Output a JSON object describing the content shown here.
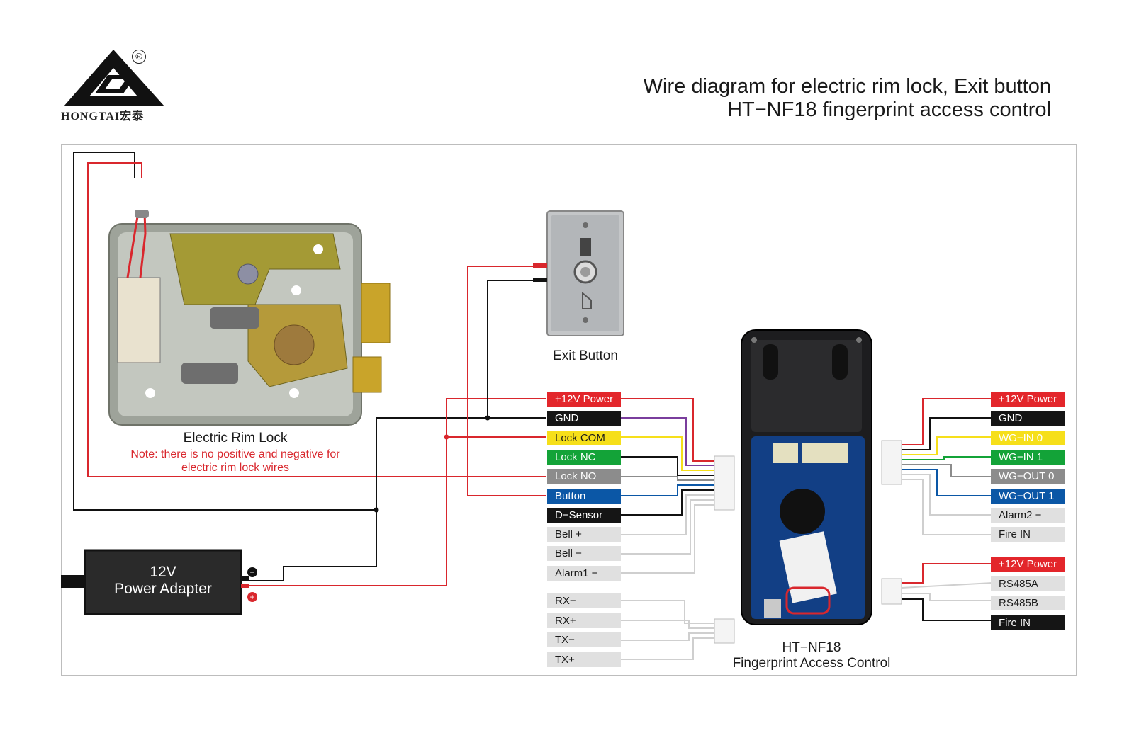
{
  "brand": {
    "name": "HONGTAI宏泰",
    "registered_mark": "®"
  },
  "title": {
    "line1": "Wire diagram for electric rim lock, Exit button",
    "line2": "HT−NF18 fingerprint access control"
  },
  "devices": {
    "rim_lock": {
      "caption": "Electric Rim Lock",
      "note_line1": "Note: there is no positive and negative for",
      "note_line2": "electric rim lock wires"
    },
    "exit_button": {
      "caption": "Exit Button"
    },
    "power_adapter": {
      "line1": "12V",
      "line2": "Power Adapter",
      "minus": "−",
      "plus": "+"
    },
    "controller": {
      "line1": "HT−NF18",
      "line2": "Fingerprint Access Control"
    }
  },
  "left_terminals": [
    {
      "text": "+12V Power",
      "bg": "#e3262b",
      "fg": "#ffffff"
    },
    {
      "text": "GND",
      "bg": "#151515",
      "fg": "#ffffff"
    },
    {
      "text": "Lock COM",
      "bg": "#f6df1a",
      "fg": "#1a1a1a"
    },
    {
      "text": "Lock NC",
      "bg": "#13a338",
      "fg": "#ffffff"
    },
    {
      "text": "Lock NO",
      "bg": "#8c8c8c",
      "fg": "#ffffff"
    },
    {
      "text": "Button",
      "bg": "#0b57a6",
      "fg": "#ffffff"
    },
    {
      "text": "D−Sensor",
      "bg": "#151515",
      "fg": "#ffffff"
    },
    {
      "text": "Bell +",
      "bg": "#e0e0e0",
      "fg": "#1a1a1a"
    },
    {
      "text": "Bell −",
      "bg": "#e0e0e0",
      "fg": "#1a1a1a"
    },
    {
      "text": "Alarm1 −",
      "bg": "#e0e0e0",
      "fg": "#1a1a1a"
    }
  ],
  "serial_terminals": [
    {
      "text": "RX−",
      "bg": "#e0e0e0",
      "fg": "#1a1a1a"
    },
    {
      "text": "RX+",
      "bg": "#e0e0e0",
      "fg": "#1a1a1a"
    },
    {
      "text": "TX−",
      "bg": "#e0e0e0",
      "fg": "#1a1a1a"
    },
    {
      "text": "TX+",
      "bg": "#e0e0e0",
      "fg": "#1a1a1a"
    }
  ],
  "right_terminals": [
    {
      "text": "+12V Power",
      "bg": "#e3262b",
      "fg": "#ffffff"
    },
    {
      "text": "GND",
      "bg": "#151515",
      "fg": "#ffffff"
    },
    {
      "text": "WG−IN 0",
      "bg": "#f6df1a",
      "fg": "#ffffff"
    },
    {
      "text": "WG−IN 1",
      "bg": "#13a338",
      "fg": "#ffffff"
    },
    {
      "text": "WG−OUT 0",
      "bg": "#8c8c8c",
      "fg": "#ffffff"
    },
    {
      "text": "WG−OUT 1",
      "bg": "#0b57a6",
      "fg": "#ffffff"
    },
    {
      "text": "Alarm2 −",
      "bg": "#e0e0e0",
      "fg": "#1a1a1a"
    },
    {
      "text": "Fire IN",
      "bg": "#e0e0e0",
      "fg": "#1a1a1a"
    }
  ],
  "rs485_terminals": [
    {
      "text": "+12V Power",
      "bg": "#e3262b",
      "fg": "#ffffff"
    },
    {
      "text": "RS485A",
      "bg": "#e0e0e0",
      "fg": "#1a1a1a"
    },
    {
      "text": "RS485B",
      "bg": "#e0e0e0",
      "fg": "#1a1a1a"
    },
    {
      "text": "Fire IN",
      "bg": "#151515",
      "fg": "#ffffff"
    }
  ]
}
